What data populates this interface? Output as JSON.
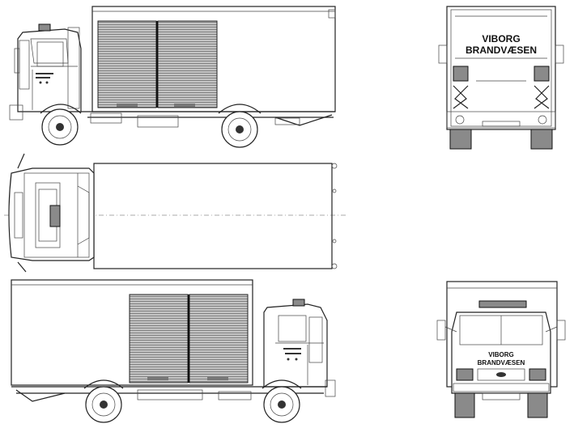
{
  "rear_view": {
    "lettering_line1": "VIBORG",
    "lettering_line2": "BRANDVÆSEN"
  },
  "front_view": {
    "lettering_line1": "VIBORG",
    "lettering_line2": "BRANDVÆSEN"
  }
}
